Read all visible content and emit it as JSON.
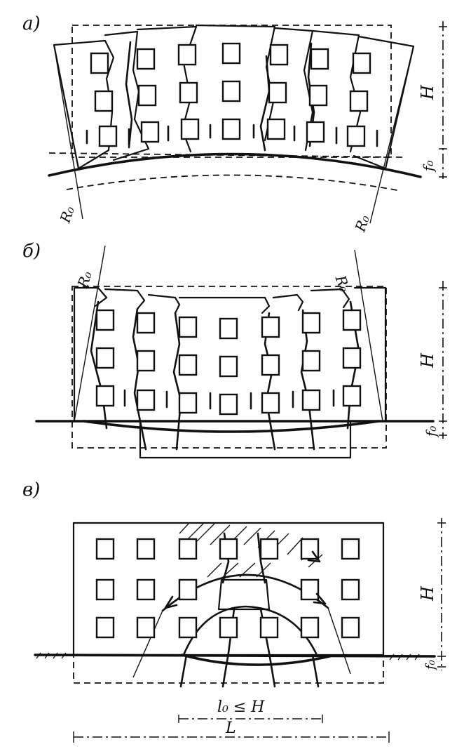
{
  "panels": [
    {
      "letter": "a)",
      "labels": {
        "r_left": "R₀",
        "r_right": "R₀",
        "height": "H",
        "deflection": "f₀"
      }
    },
    {
      "letter": "б)",
      "labels": {
        "r_left": "R₀",
        "r_right": "R₀",
        "height": "H",
        "deflection": "f₀"
      }
    },
    {
      "letter": "в)",
      "labels": {
        "height": "H",
        "deflection": "f₀",
        "span": "l₀ ≤ H",
        "length": "L"
      }
    }
  ]
}
